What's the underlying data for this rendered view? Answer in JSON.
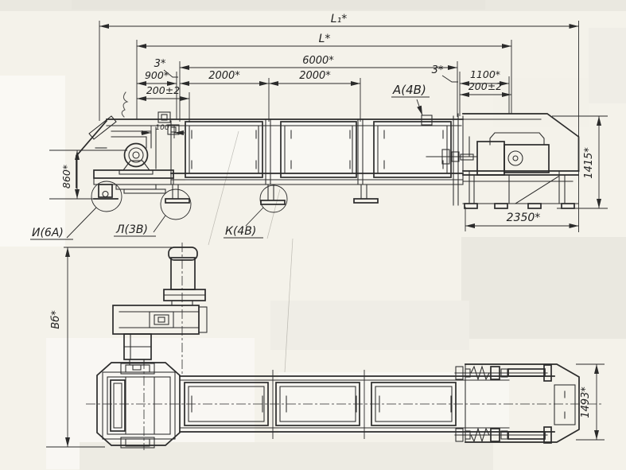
{
  "colors": {
    "paper": "#f4f2ea",
    "ink": "#2b2b2b"
  },
  "side": {
    "dim_l1": "L₁*",
    "dim_l": "L*",
    "dim_6000": "6000*",
    "dim_3_left": "3*",
    "dim_900": "900*",
    "dim_2000a": "2000*",
    "dim_2000b": "2000*",
    "dim_200_left": "200±2",
    "dim_100": "100",
    "dim_3_right": "3*",
    "dim_1100": "1100*",
    "dim_200_right": "200±2",
    "dim_860": "860*",
    "dim_1415": "1415*",
    "dim_2350": "2350*",
    "view_arrow": "А(4В)",
    "callout_i": "И(6А)",
    "callout_l": "Л(3В)",
    "callout_k": "К(4В)"
  },
  "plan": {
    "dim_b": "Вб*",
    "dim_1493": "1493*"
  }
}
